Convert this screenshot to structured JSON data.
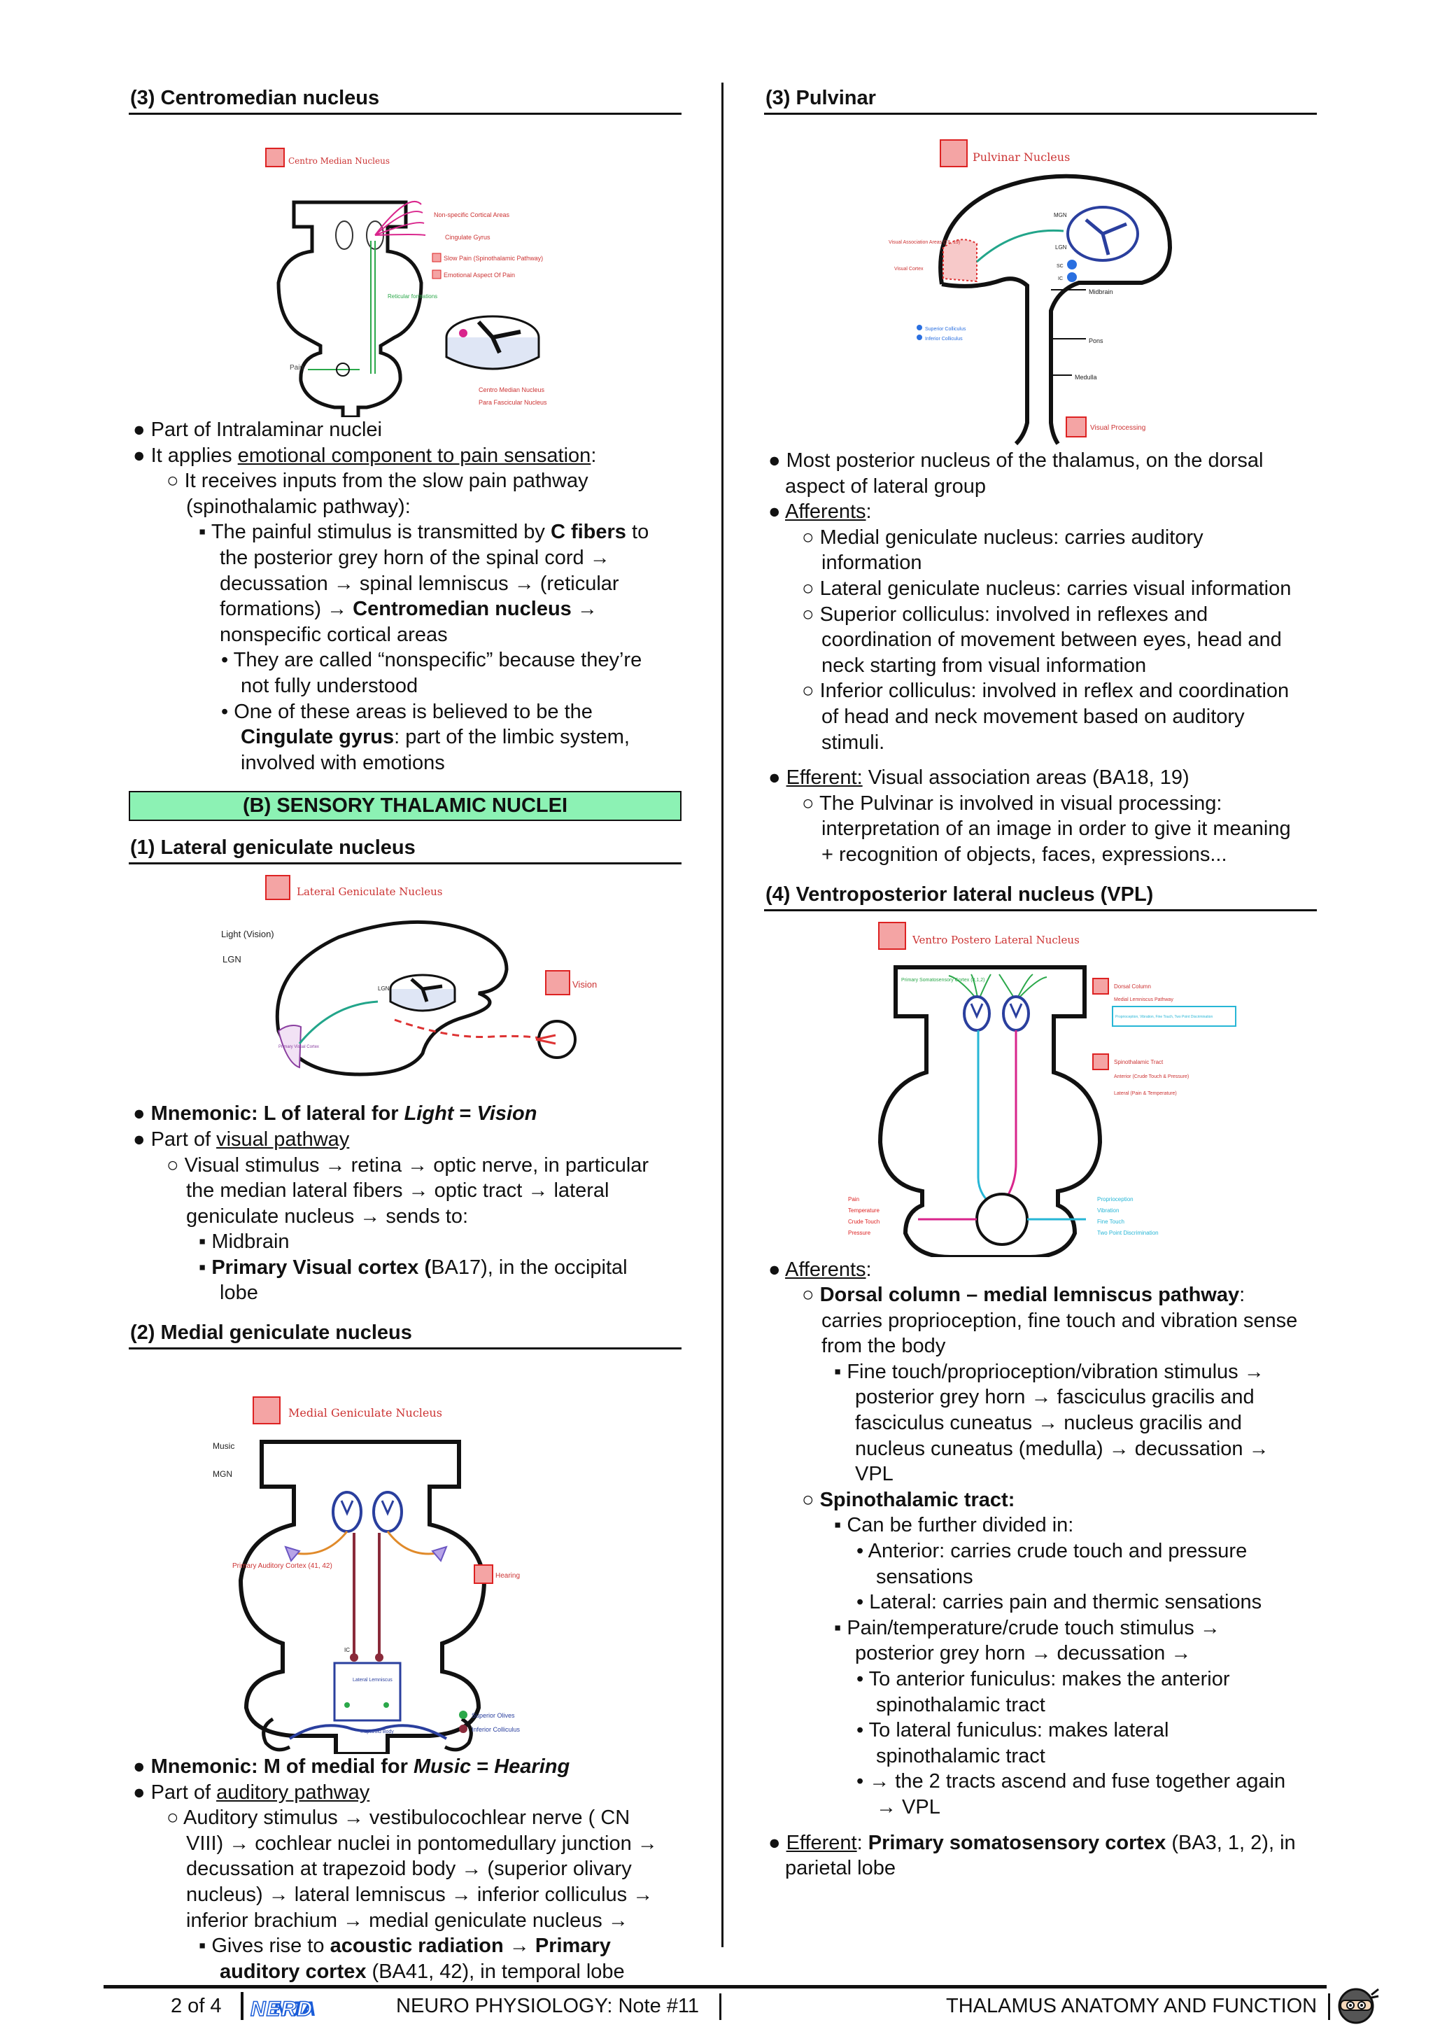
{
  "left": {
    "s3": {
      "title": "(3)  Centromedian nucleus",
      "fig": {
        "legend": "Centro Median Nucleus",
        "a1": "Non-specific Cortical Areas",
        "a2": "Cingulate Gyrus",
        "a3": "Slow Pain (Spinothalamic Pathway)",
        "a4": "Emotional Aspect Of Pain",
        "a5": "Reticular formations",
        "a6": "Pain",
        "k1": "Centro Median Nucleus",
        "k2": "Para Fascicular Nucleus"
      },
      "lines": [
        "● Part of Intralaminar nuclei",
        "● It applies ",
        "emotional component to pain sensation",
        ":",
        "○ It receives inputs from the slow pain pathway",
        "(spinothalamic pathway):",
        "▪ The painful stimulus is transmitted by ",
        "C fibers",
        " to",
        "the posterior grey horn of the spinal cord →",
        "decussation → spinal lemniscus → (reticular",
        "formations) → ",
        "Centromedian nucleus",
        " →",
        "nonspecific cortical areas",
        "• They are called “nonspecific” because they’re",
        "not fully understood",
        "• One of these areas is believed to be the",
        "Cingulate gyrus",
        ": part of the limbic system,",
        "involved with emotions"
      ]
    },
    "banner": "(B)  SENSORY THALAMIC NUCLEI",
    "s1": {
      "title": "(1)  Lateral geniculate nucleus",
      "fig": {
        "legend": "Lateral Geniculate Nucleus",
        "l1": "Light (Vision)",
        "l2": "LGN",
        "l3": "Vision",
        "l4": "Primary Visual Cortex",
        "l5": "LGN"
      },
      "lines": [
        "● Mnemonic: L of lateral for ",
        "Light",
        " = ",
        "Vision",
        "● Part of ",
        "visual pathway",
        "○ Visual stimulus → retina → optic nerve, in particular",
        "the median lateral fibers → optic tract → lateral",
        "geniculate nucleus → sends to:",
        "▪ Midbrain",
        "▪ ",
        "Primary Visual cortex (",
        "BA17), in the occipital",
        "lobe"
      ]
    },
    "s2": {
      "title": "(2)  Medial geniculate nucleus",
      "fig": {
        "legend": "Medial Geniculate Nucleus",
        "m1": "Music",
        "m2": "MGN",
        "m3": "Primary Auditory Cortex (41, 42)",
        "m4": "Hearing",
        "m5": "Superior Olives",
        "m6": "Inferior Colliculus",
        "m7": "Lateral Lemniscus",
        "m8": "Trapezoid Body",
        "m9": "IC"
      },
      "lines": [
        "● Mnemonic: M of medial for ",
        "Music",
        "  = ",
        "Hearing",
        "● Part of ",
        "auditory pathway",
        "○ Auditory stimulus → vestibulocochlear nerve ( CN",
        "VIII) → cochlear nuclei in pontomedullary junction →",
        "decussation at trapezoid body → (superior olivary",
        "nucleus) → lateral lemniscus → inferior colliculus →",
        "inferior brachium → medial geniculate nucleus →",
        "▪ Gives rise to ",
        "acoustic radiation",
        " → ",
        "Primary",
        "auditory cortex",
        " (BA41, 42), in temporal lobe"
      ]
    }
  },
  "right": {
    "s3": {
      "title": "(3)  Pulvinar",
      "fig": {
        "legend": "Pulvinar Nucleus",
        "p1": "Visual Association Areas (18, 19)",
        "p2": "Visual Cortex",
        "p3": "MGN",
        "p4": "LGN",
        "p5": "SC",
        "p6": "IC",
        "p7": "Midbrain",
        "p8": "Pons",
        "p9": "Medulla",
        "p10": "Superior Colliculus",
        "p11": "Inferior Colliculus",
        "p12": "Visual Processing"
      },
      "lines": [
        "● Most posterior nucleus of  the thalamus, on the dorsal",
        "aspect of lateral group",
        "● ",
        "Afferents",
        ":",
        "○ Medial geniculate nucleus: carries auditory",
        "information",
        "○ Lateral geniculate nucleus: carries visual information",
        "○ Superior colliculus: involved in reflexes and",
        "coordination of movement between eyes, head and",
        "neck starting from visual information",
        "○ Inferior colliculus: involved in reflex and coordination",
        "of head and neck movement based on auditory",
        "stimuli.",
        "● ",
        "Efferent:",
        " Visual association areas (BA18, 19)",
        "○ The Pulvinar is involved in visual processing:",
        "interpretation of an image in order to give it meaning",
        "+ recognition of objects, faces, expressions..."
      ]
    },
    "s4": {
      "title": "(4)  Ventroposterior lateral nucleus (VPL)",
      "fig": {
        "legend": "Ventro Postero Lateral Nucleus",
        "v1": "Primary Somatosensory Cortex (3,1,2)",
        "v2": "Dorsal Column",
        "v3": "Medial Lemniscus Pathway",
        "v4": "Proprioception, Vibration, Fine Touch, Two Point Discrimination",
        "v5": "Spinothalamic Tract",
        "v6": "Anterior (Crude Touch & Pressure)",
        "v7": "Lateral (Pain & Temperature)",
        "v8": "Pain",
        "v9": "Temperature",
        "v10": "Crude Touch",
        "v11": "Pressure",
        "v12": "Proprioception",
        "v13": "Vibration",
        "v14": "Fine Touch",
        "v15": "Two Point Discrimination"
      },
      "lines": [
        "● ",
        "Afferents",
        ":",
        "○ ",
        "Dorsal column – medial lemniscus pathway",
        ":",
        "carries proprioception, fine touch and vibration sense",
        "from the body",
        "▪ Fine touch/proprioception/vibration stimulus →",
        "posterior grey horn → fasciculus gracilis and",
        "fasciculus cuneatus → nucleus gracilis and",
        "nucleus cuneatus (medulla) → decussation →",
        "VPL",
        "○ ",
        "Spinothalamic tract:",
        "▪ Can be further divided in:",
        "• Anterior: carries crude touch and pressure",
        "sensations",
        "• Lateral: carries pain and thermic sensations",
        "▪ Pain/temperature/crude touch stimulus →",
        "posterior grey horn → decussation →",
        "• To anterior funiculus: makes the anterior",
        "spinothalamic tract",
        "• To lateral funiculus: makes lateral",
        "spinothalamic tract",
        "• → the 2 tracts ascend and fuse together again",
        "→ VPL",
        "● ",
        "Efferent",
        ": ",
        "Primary somatosensory cortex",
        "  (BA3, 1, 2), in",
        "parietal lobe"
      ]
    }
  },
  "footer": {
    "page": "2 of 4",
    "logo_ninja": "NINJA",
    "logo_nerd": "NERD",
    "course": "NEURO PHYSIOLOGY: Note #11",
    "topic": "THALAMUS ANATOMY AND FUNCTION"
  }
}
